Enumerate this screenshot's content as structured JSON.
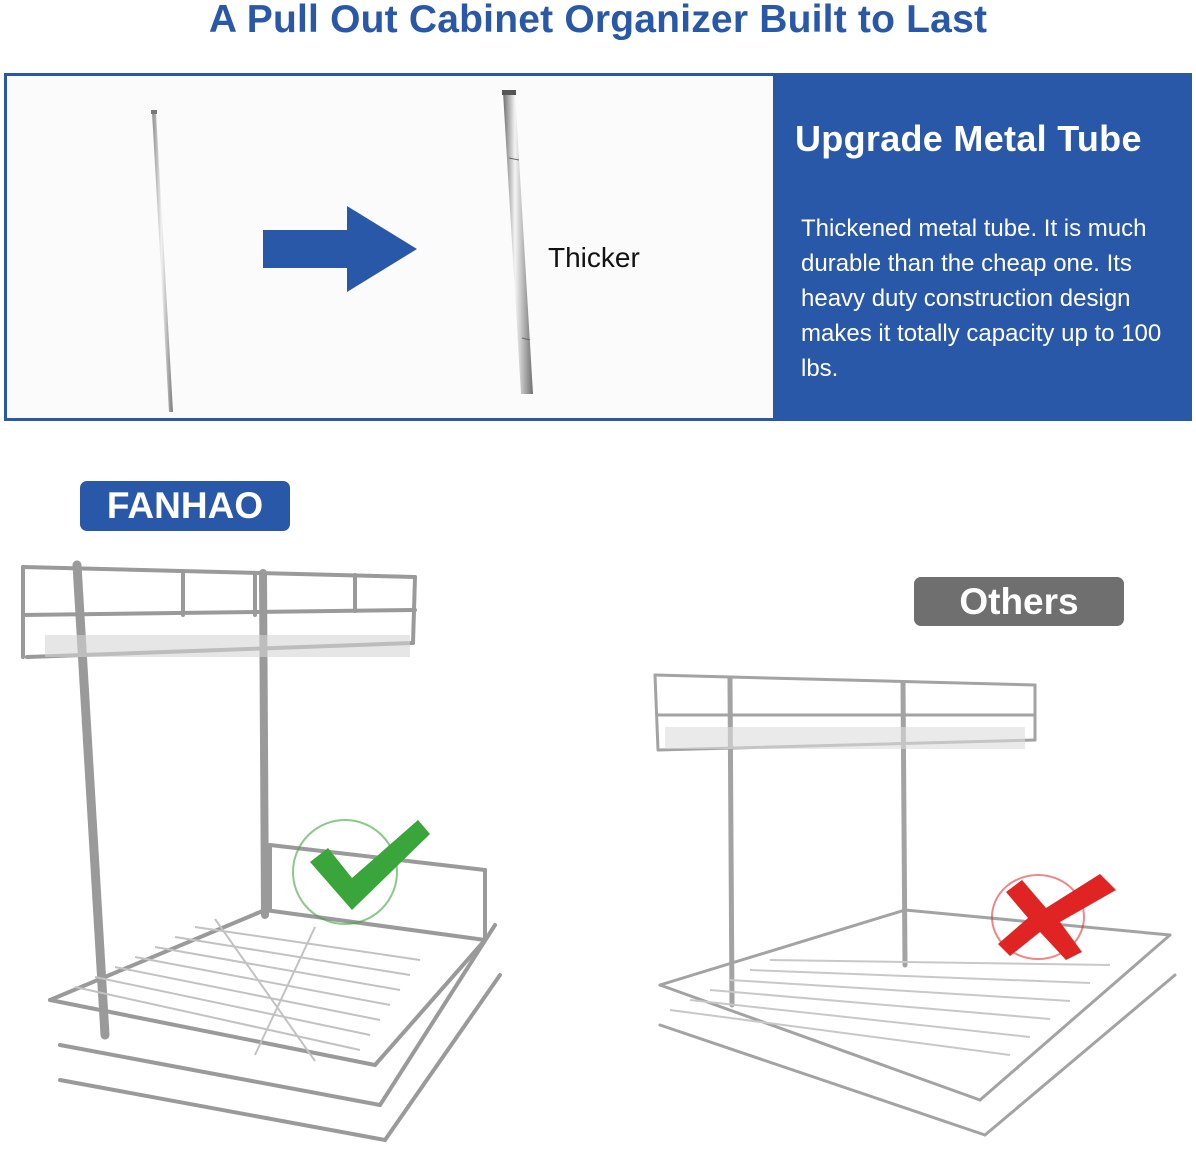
{
  "title": "A Pull Out Cabinet Organizer Built to Last",
  "comparison_panel": {
    "thicker_label": "Thicker",
    "feature_title": "Upgrade Metal Tube",
    "feature_description": "Thickened metal tube. It is much durable than the cheap one. Its heavy duty construction design makes it totally capacity up to 100 lbs."
  },
  "brands": {
    "fanhao": "FANHAO",
    "others": "Others"
  },
  "colors": {
    "brand_blue": "#2a58a8",
    "others_gray": "#6f6f6f",
    "check_green": "#3aa53a",
    "cross_red": "#e02424"
  },
  "icons": {
    "arrow": "right-arrow-icon",
    "check": "check-icon",
    "cross": "cross-icon"
  }
}
